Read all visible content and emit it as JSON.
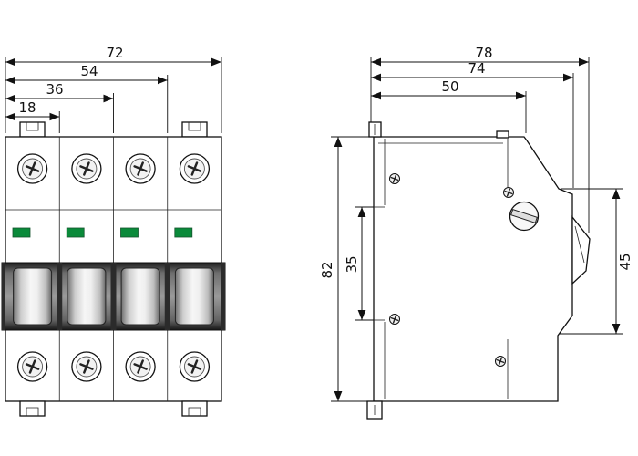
{
  "front_view": {
    "dims": {
      "overall_width": "72",
      "width_3_modules": "54",
      "width_2_modules": "36",
      "width_1_module": "18"
    }
  },
  "side_view": {
    "dims": {
      "overall_depth": "78",
      "body_depth": "74",
      "upper_depth": "50",
      "height": "82",
      "rail_recess": "35",
      "front_section": "45"
    }
  },
  "colors": {
    "indicator_green": "#0a8a3a",
    "line": "#111111"
  }
}
